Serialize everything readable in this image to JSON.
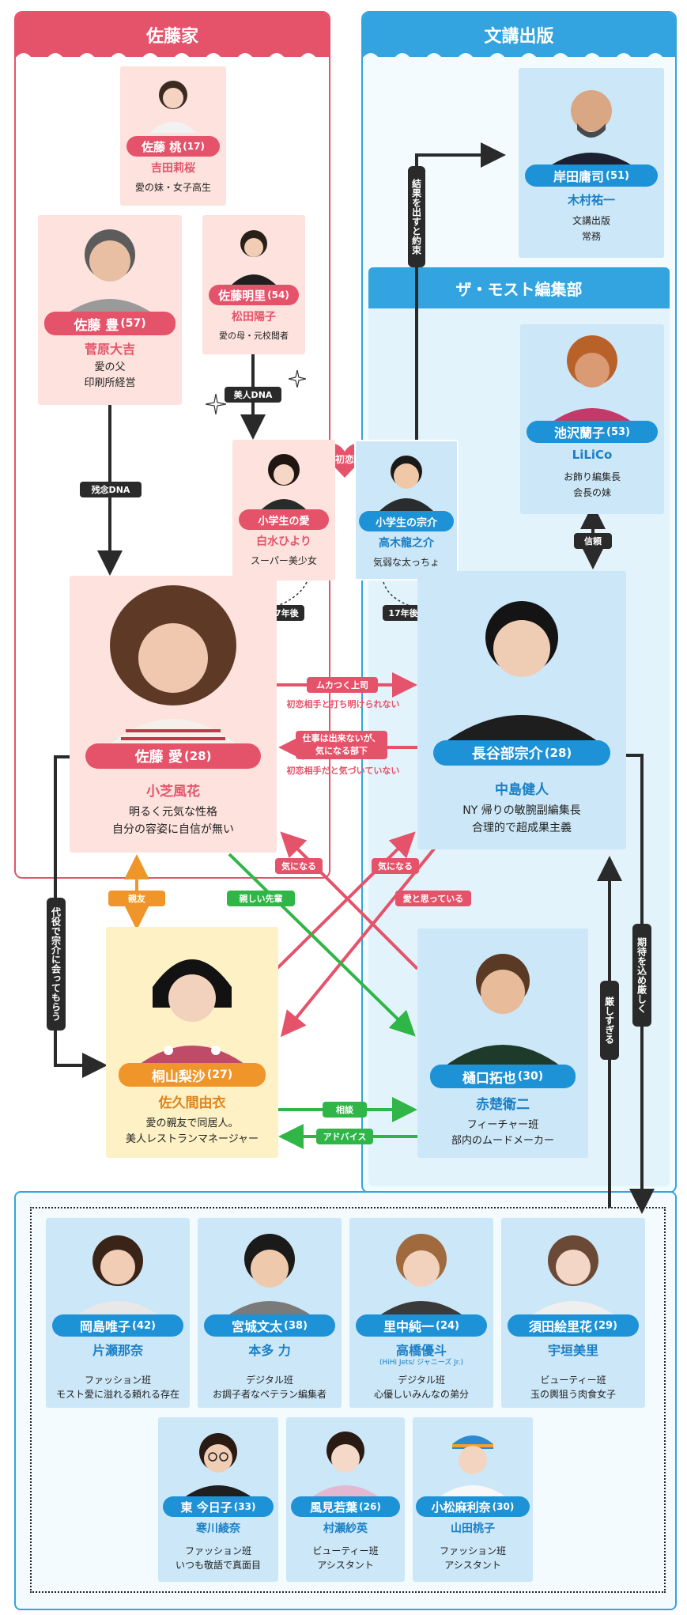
{
  "groups": {
    "sato_family": "佐藤家",
    "bunko_publishing": "文講出版",
    "the_most": "ザ・モスト編集部"
  },
  "colors": {
    "red": "#e5536a",
    "blue": "#33a4e0",
    "green": "#30b547",
    "orange": "#f0952a",
    "black": "#2a2a2a"
  },
  "characters": {
    "momo": {
      "name": "佐藤 桃",
      "age": "(17)",
      "actor": "吉田莉桜",
      "desc1": "愛の妹・女子高生",
      "desc2": ""
    },
    "yutaka": {
      "name": "佐藤 豊",
      "age": "(57)",
      "actor": "菅原大吉",
      "desc1": "愛の父",
      "desc2": "印刷所経営"
    },
    "akari": {
      "name": "佐藤明里",
      "age": "(54)",
      "actor": "松田陽子",
      "desc1": "愛の母・元校閲者",
      "desc2": ""
    },
    "young_ai": {
      "name": "小学生の愛",
      "age": "",
      "actor": "白水ひより",
      "desc1": "スーパー美少女",
      "desc2": ""
    },
    "young_sosuke": {
      "name": "小学生の宗介",
      "age": "",
      "actor": "高木龍之介",
      "desc1": "気弱な太っちょ",
      "desc2": ""
    },
    "ai": {
      "name": "佐藤 愛",
      "age": "(28)",
      "actor": "小芝風花",
      "desc1": "明るく元気な性格",
      "desc2": "自分の容姿に自信が無い"
    },
    "sosuke": {
      "name": "長谷部宗介",
      "age": "(28)",
      "actor": "中島健人",
      "desc1": "NY 帰りの敏腕副編集長",
      "desc2": "合理的で超成果主義"
    },
    "kishida": {
      "name": "岸田庸司",
      "age": "(51)",
      "actor": "木村祐一",
      "desc1": "文講出版",
      "desc2": "常務"
    },
    "ikezawa": {
      "name": "池沢蘭子",
      "age": "(53)",
      "actor": "LiLiCo",
      "desc1": "お飾り編集長",
      "desc2": "会長の妹"
    },
    "risa": {
      "name": "桐山梨沙",
      "age": "(27)",
      "actor": "佐久間由衣",
      "desc1": "愛の親友で同居人。",
      "desc2": "美人レストランマネージャー"
    },
    "takuya": {
      "name": "樋口拓也",
      "age": "(30)",
      "actor": "赤楚衛二",
      "desc1": "フィーチャー班",
      "desc2": "部内のムードメーカー"
    },
    "okajima": {
      "name": "岡島唯子",
      "age": "(42)",
      "actor": "片瀬那奈",
      "actor_note": "",
      "desc1": "ファッション班",
      "desc2": "モスト愛に溢れる頼れる存在"
    },
    "miyagi": {
      "name": "宮城文太",
      "age": "(38)",
      "actor": "本多 力",
      "actor_note": "",
      "desc1": "デジタル班",
      "desc2": "お調子者なベテラン編集者"
    },
    "satonaka": {
      "name": "里中純一",
      "age": "(24)",
      "actor": "高橋優斗",
      "actor_note": "(HiHi Jets/ ジャニーズ Jr.)",
      "desc1": "デジタル班",
      "desc2": "心優しいみんなの弟分"
    },
    "suda": {
      "name": "須田絵里花",
      "age": "(29)",
      "actor": "宇垣美里",
      "actor_note": "",
      "desc1": "ビューティー班",
      "desc2": "玉の輿狙う肉食女子"
    },
    "azuma": {
      "name": "東 今日子",
      "age": "(33)",
      "actor": "寒川綾奈",
      "desc1": "ファッション班",
      "desc2": "いつも敬語で真面目"
    },
    "kazami": {
      "name": "風見若葉",
      "age": "(26)",
      "actor": "村瀬紗英",
      "desc1": "ビューティー班",
      "desc2": "アシスタント"
    },
    "komatsu": {
      "name": "小松麻利奈",
      "age": "(30)",
      "actor": "山田桃子",
      "desc1": "ファッション班",
      "desc2": "アシスタント"
    }
  },
  "relations": {
    "promise": "結果を出すと約束",
    "trust": "信頼",
    "beauty_dna": "美人DNA",
    "bad_dna": "残念DNA",
    "first_love": "初恋",
    "years_later_1": "17年後",
    "years_later_2": "17年後",
    "annoying_boss": "ムカつく上司",
    "cant_confess": "初恋相手と打ち明けられない",
    "incompetent": "仕事は出来ないが、",
    "concerned": "気になる部下",
    "unaware": "初恋相手だと気づいていない",
    "curious_1": "気になる",
    "curious_2": "気になる",
    "thinks_ai": "愛と思っている",
    "best_friend": "親友",
    "close_senior": "親しい先輩",
    "substitute": "代役で宗介に会ってもらう",
    "consult": "相談",
    "advice": "アドバイス",
    "too_strict": "厳しすぎる",
    "strict_hope": "期待を込め厳しく"
  }
}
